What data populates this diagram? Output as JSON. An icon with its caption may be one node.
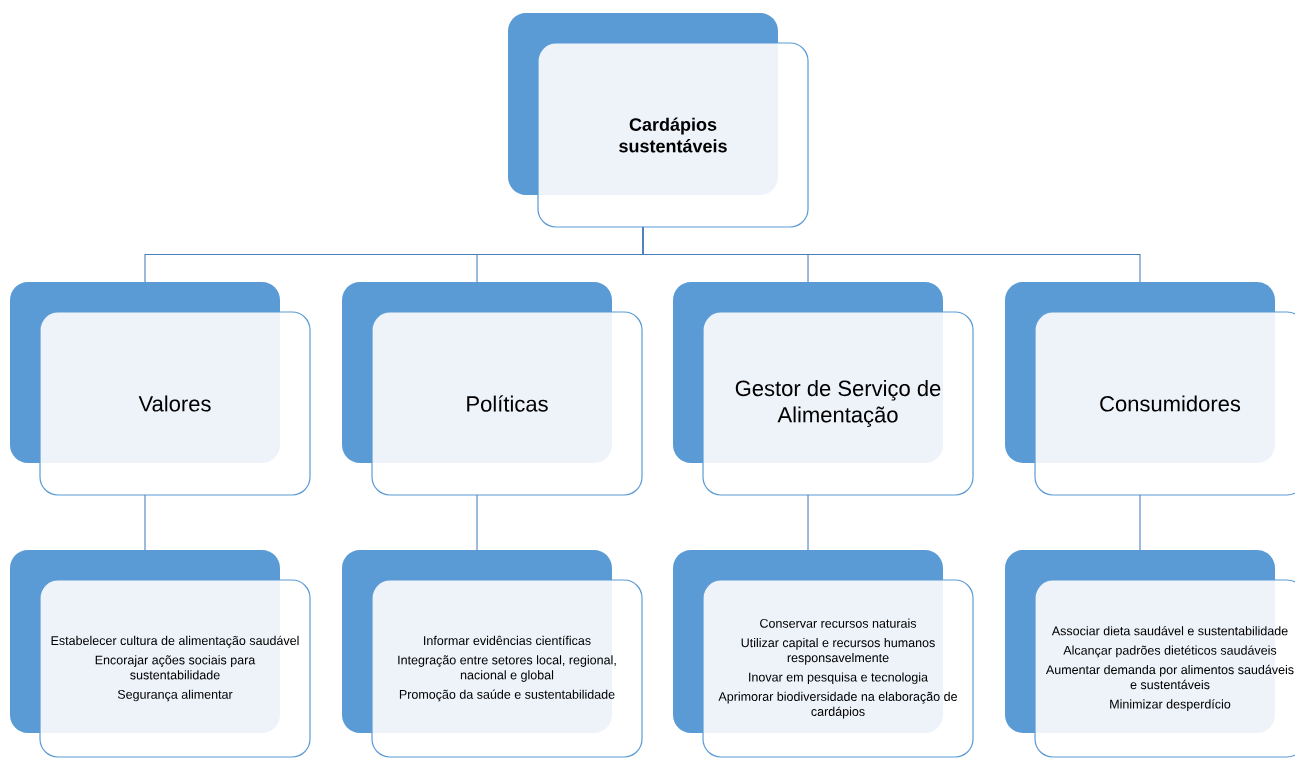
{
  "diagram": {
    "nodes": [
      {
        "text": [
          "Cardápios sustentáveis"
        ]
      },
      {
        "text": [
          "Valores"
        ]
      },
      {
        "text": [
          "Políticas"
        ]
      },
      {
        "text": [
          "Gestor de Serviço de Alimentação"
        ]
      },
      {
        "text": [
          "Consumidores"
        ]
      },
      {
        "text": [
          "Estabelecer cultura de alimentação saudável",
          "Encorajar ações sociais para sustentabilidade",
          "Segurança alimentar"
        ]
      },
      {
        "text": [
          "Informar evidências científicas",
          "Integração entre setores local, regional, nacional e global",
          "Promoção da saúde e sustentabilidade"
        ]
      },
      {
        "text": [
          "Conservar recursos naturais",
          "Utilizar capital e recursos humanos responsavelmente",
          "Inovar em pesquisa e tecnologia",
          "Aprimorar biodiversidade na elaboração de cardápios"
        ]
      },
      {
        "text": [
          "Associar dieta saudável e sustentabilidade",
          "Alcançar padrões dietéticos saudáveis",
          "Aumentar demanda por alimentos saudáveis e sustentáveis",
          "Minimizar desperdício"
        ]
      }
    ],
    "edges": [
      {
        "from": 0,
        "to": 1,
        "arrow": "none"
      },
      {
        "from": 0,
        "to": 2,
        "arrow": "none"
      },
      {
        "from": 0,
        "to": 3,
        "arrow": "none"
      },
      {
        "from": 0,
        "to": 4,
        "arrow": "none"
      },
      {
        "from": 1,
        "to": 5,
        "arrow": "none"
      },
      {
        "from": 2,
        "to": 6,
        "arrow": "none"
      },
      {
        "from": 3,
        "to": 7,
        "arrow": "none"
      },
      {
        "from": 4,
        "to": 8,
        "arrow": "none"
      }
    ]
  }
}
